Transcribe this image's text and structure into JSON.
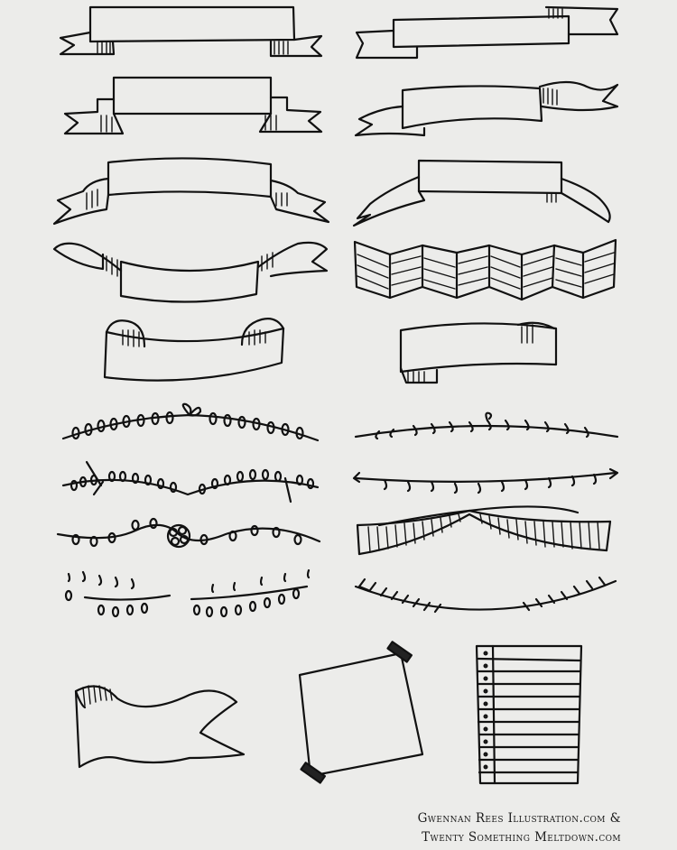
{
  "credit": {
    "line1": "Gwennan Rees Illustration.com &",
    "line2": "Twenty Something Meltdown.com"
  },
  "colors": {
    "ink": "#111111",
    "paper": "#ececea"
  },
  "elements": [
    "banner-1",
    "banner-2",
    "banner-3",
    "banner-4",
    "banner-5",
    "banner-6",
    "banner-7",
    "zigzag-fold",
    "scroll-banner-left",
    "scroll-banner-right",
    "vine-1",
    "vine-2",
    "leaf-branch-1",
    "arrow-vine",
    "flower-vine",
    "curtain-swag",
    "leaf-arcs",
    "arrow-branch",
    "wavy-flag",
    "taped-note",
    "lined-paper"
  ]
}
